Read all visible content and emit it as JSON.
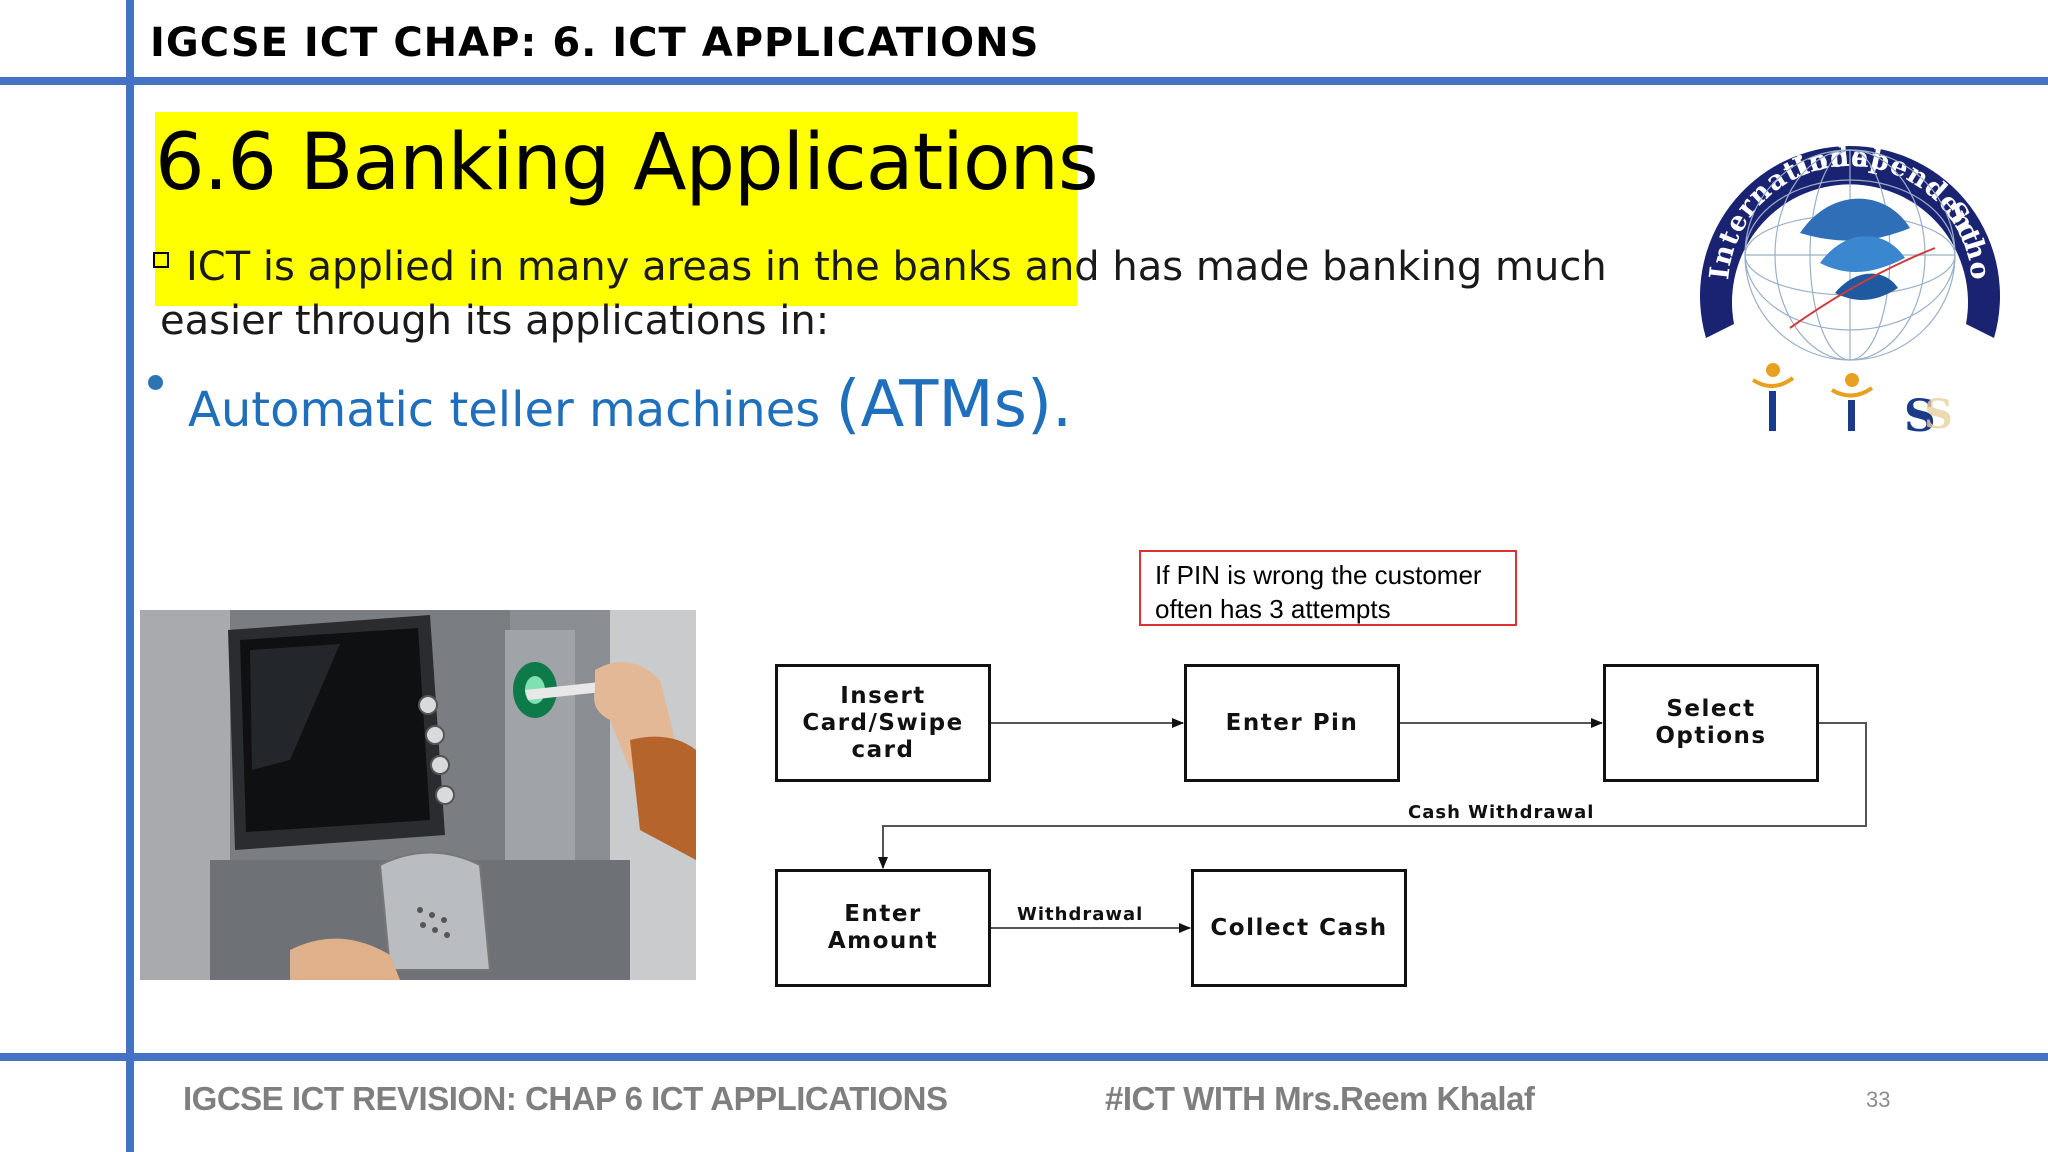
{
  "header": {
    "title": "IGCSE ICT CHAP: 6. ICT APPLICATIONS"
  },
  "slide": {
    "title": "6.6 Banking Applications",
    "intro_line1": "ICT is applied in many areas in the banks and has made banking much",
    "intro_line2": "easier through its applications in:",
    "bullet_text": "Automatic teller machines ",
    "bullet_big": "(ATMs)."
  },
  "logo": {
    "ring_text_left": "International",
    "ring_text_top": "Independent",
    "ring_text_right": "Schools",
    "initials": [
      "I",
      "I",
      "S"
    ]
  },
  "note": {
    "text": "If PIN is wrong the customer often has 3 attempts"
  },
  "flow": {
    "steps": {
      "insert": "Insert\nCard/Swipe\ncard",
      "pin": "Enter Pin",
      "select": "Select\nOptions",
      "amount": "Enter\nAmount",
      "collect": "Collect Cash"
    },
    "labels": {
      "cash_withdrawal": "Cash Withdrawal",
      "withdrawal": "Withdrawal"
    }
  },
  "footer": {
    "left": "IGCSE ICT REVISION: CHAP 6 ICT APPLICATIONS",
    "middle": "#ICT WITH Mrs.Reem Khalaf",
    "page_number": "33"
  },
  "colors": {
    "accent_blue": "#4472c4",
    "highlight": "#ffff00",
    "bullet_blue": "#1f6fbd",
    "logo_navy": "#1a2372",
    "note_border": "#e03030"
  }
}
